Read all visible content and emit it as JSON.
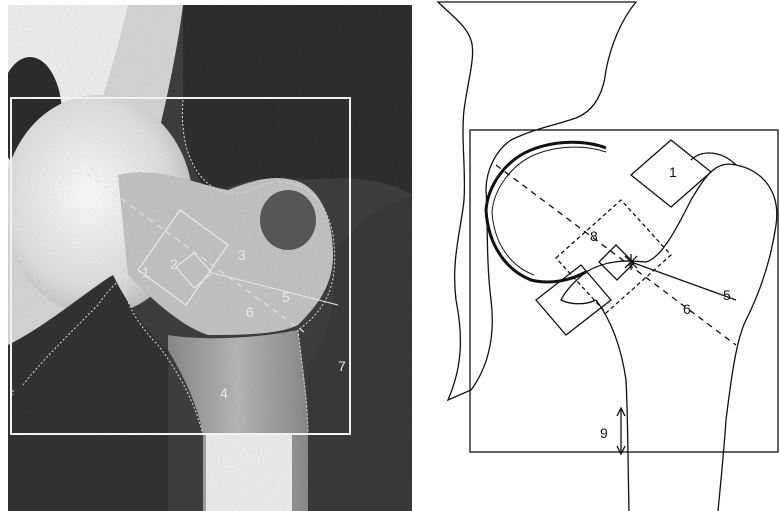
{
  "scan": {
    "labels": {
      "neck_region": "1",
      "wards_triangle": "2",
      "trochanter": "3",
      "shaft": "4",
      "neck_baseline": "5",
      "neck_axis": "6",
      "roi_box": "7"
    }
  },
  "diagram": {
    "labels": {
      "neck_region": "1",
      "neck_baseline": "5",
      "neck_axis": "6",
      "wards_search_area": "8",
      "distance_marker": "9"
    }
  },
  "colors": {
    "scan_background": "#3a3a3a",
    "bone_bright": "#e6e6e6",
    "bone_mid": "#a8a8a8",
    "roi_line": "#f2f2f2",
    "diagram_line": "#111111"
  }
}
